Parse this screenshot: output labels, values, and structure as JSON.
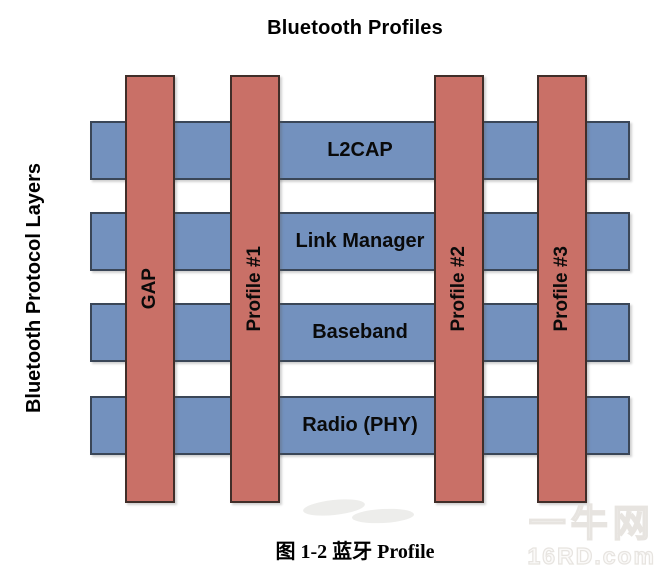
{
  "figure": {
    "title": "Bluetooth Profiles",
    "y_axis_label": "Bluetooth Protocol Layers",
    "caption": "图 1-2 蓝牙 Profile"
  },
  "layers": [
    "L2CAP",
    "Link Manager",
    "Baseband",
    "Radio (PHY)"
  ],
  "profiles": [
    "GAP",
    "Profile #1",
    "Profile #2",
    "Profile #3"
  ],
  "watermark": {
    "site_name": "一牛网",
    "site_url": "16RD.com"
  },
  "colors": {
    "layer_fill": "#7391BE",
    "layer_border": "#3A4657",
    "profile_fill": "#C97067",
    "profile_border": "#402E29"
  }
}
